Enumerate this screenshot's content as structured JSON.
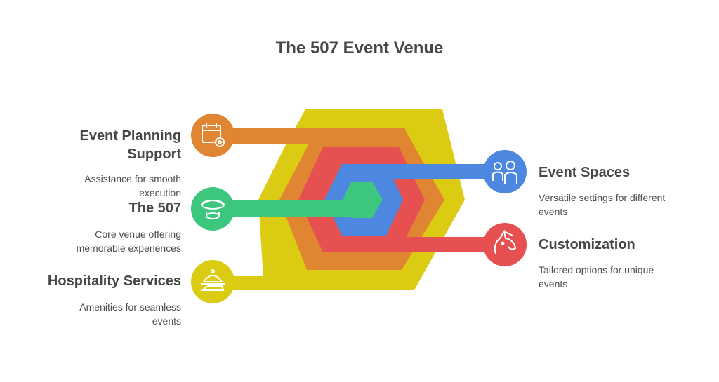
{
  "title": "The 507 Event Venue",
  "colors": {
    "yellow": "#DCCB13",
    "orange": "#E08531",
    "red": "#E65050",
    "blue": "#4C87E0",
    "green": "#3DC77E",
    "heading": "#474747",
    "text": "#4d4d4d"
  },
  "items": [
    {
      "heading_line1": "Event Planning",
      "heading_line2": "Support",
      "desc_line1": "Assistance for smooth",
      "desc_line2": "execution",
      "icon": "calendar-gear-icon",
      "color": "orange"
    },
    {
      "heading": "The 507",
      "desc_line1": "Core venue offering",
      "desc_line2": "memorable experiences",
      "icon": "stadium-icon",
      "color": "green"
    },
    {
      "heading": "Hospitality Services",
      "desc_line1": "Amenities for seamless",
      "desc_line2": "events",
      "icon": "serving-cloche-icon",
      "color": "yellow"
    },
    {
      "heading": "Event Spaces",
      "desc_line1": "Versatile settings for different",
      "desc_line2": "events",
      "icon": "people-group-icon",
      "color": "blue"
    },
    {
      "heading": "Customization",
      "desc_line1": "Tailored options for unique",
      "desc_line2": "events",
      "icon": "unicorn-icon",
      "color": "red"
    }
  ]
}
